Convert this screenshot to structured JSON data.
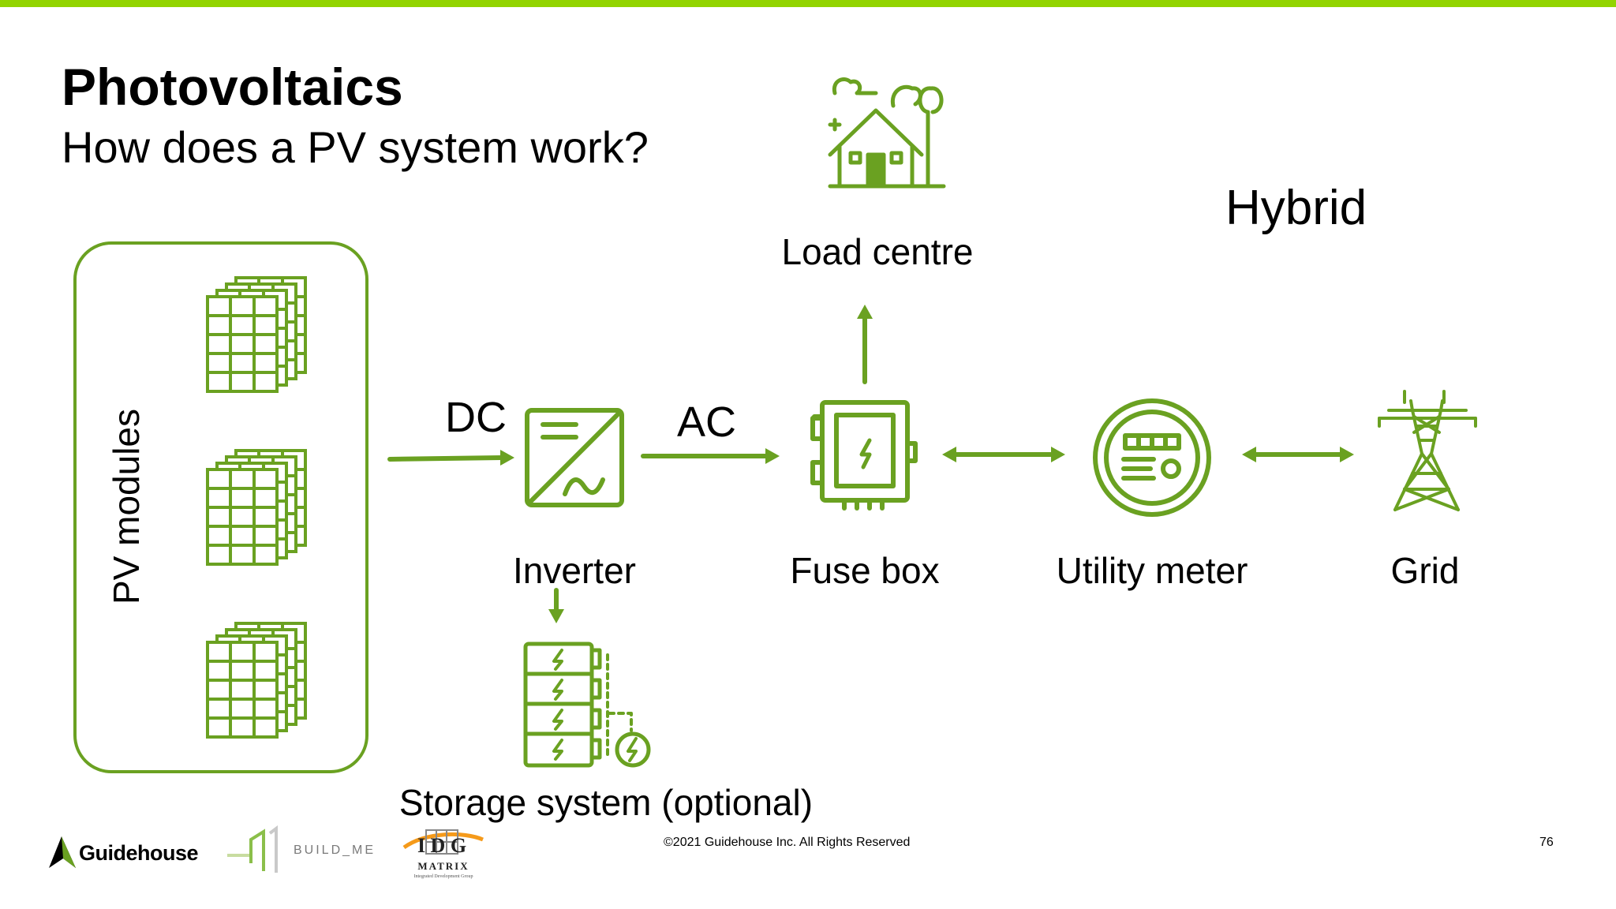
{
  "slide": {
    "title": "Photovoltaics",
    "subtitle": "How does a PV system work?",
    "mode": "Hybrid",
    "page_number": "76",
    "copyright": "©2021 Guidehouse Inc. All Rights Reserved"
  },
  "diagram": {
    "pv_modules_label": "PV modules",
    "dc_label": "DC",
    "ac_label": "AC",
    "inverter_label": "Inverter",
    "storage_label": "Storage system (optional)",
    "load_label": "Load centre",
    "fusebox_label": "Fuse box",
    "meter_label": "Utility meter",
    "grid_label": "Grid"
  },
  "logos": {
    "guidehouse": "Guidehouse",
    "build_me": "BUILD_ME",
    "idg_letters": "I D G",
    "idg_matrix": "MATRIX",
    "idg_tagline": "Integrated Development Group"
  },
  "colors": {
    "accent": "#6aa121",
    "top_bar": "#92d400",
    "text": "#000000"
  },
  "icons": [
    "solar-panel-icon",
    "inverter-icon",
    "battery-storage-icon",
    "house-icon",
    "fuse-box-icon",
    "utility-meter-icon",
    "transmission-tower-icon"
  ]
}
